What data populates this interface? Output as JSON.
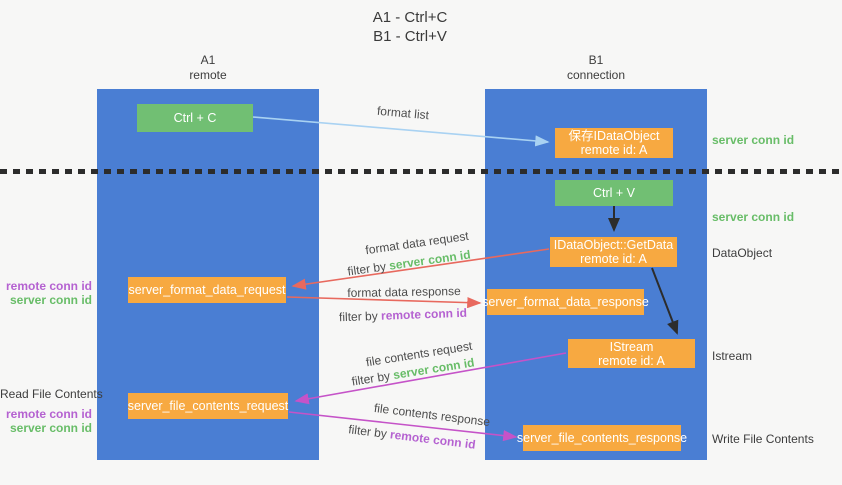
{
  "colors": {
    "background": "#f7f7f6",
    "lane_blue": "#4a7ed3",
    "box_green": "#71bf73",
    "box_orange": "#f7a941",
    "arrow_light_blue": "#a9d2f2",
    "arrow_red": "#e8695e",
    "arrow_magenta": "#c553c8",
    "arrow_black": "#2c2c2c",
    "label_green": "#68bd68",
    "label_purple": "#b562d1",
    "text_dark": "#3d3d3d"
  },
  "title": {
    "line1": "A1 - Ctrl+C",
    "line2": "B1 - Ctrl+V"
  },
  "lanes": {
    "left": {
      "name": "A1",
      "role": "remote"
    },
    "right": {
      "name": "B1",
      "role": "connection"
    }
  },
  "nodes": {
    "ctrl_c": {
      "label": "Ctrl + C"
    },
    "save_dataobject": {
      "line1": "保存IDataObject",
      "line2": "remote id: A"
    },
    "ctrl_v": {
      "label": "Ctrl + V"
    },
    "getdata": {
      "line1": "IDataObject::GetData",
      "line2": "remote id: A"
    },
    "format_request": {
      "label": "server_format_data_request"
    },
    "format_response": {
      "label": "server_format_data_response"
    },
    "istream": {
      "line1": "IStream",
      "line2": "remote id: A"
    },
    "file_request": {
      "label": "server_file_contents_request"
    },
    "file_response": {
      "label": "server_file_contents_response"
    }
  },
  "edge_labels": {
    "format_list": "format list",
    "format_data_request": "format data request",
    "format_data_response": "format data response",
    "file_contents_request": "file contents request",
    "file_contents_response": "file contents response",
    "filter_by": "filter by ",
    "server_conn_id": "server conn id",
    "remote_conn_id": "remote conn id"
  },
  "side_labels": {
    "left": {
      "remote_conn_id": "remote conn id",
      "server_conn_id": "server conn id",
      "read_file_contents": "Read File Contents",
      "remote_conn_id2": "remote conn id",
      "server_conn_id2": "server conn id"
    },
    "right": {
      "server_conn_id_top": "server conn id",
      "server_conn_id_mid": "server conn id",
      "dataobject": "DataObject",
      "istream": "Istream",
      "write_file_contents": "Write File Contents"
    }
  }
}
